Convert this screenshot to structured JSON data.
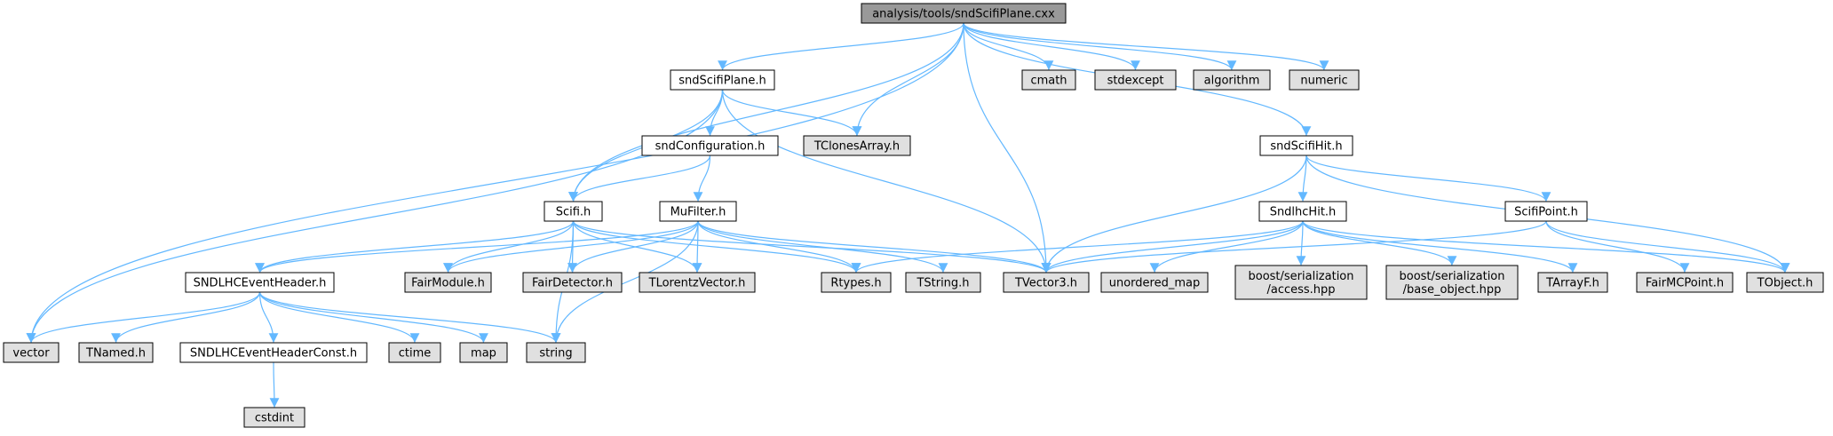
{
  "colors": {
    "root_fill": "#999999",
    "documented_fill": "#ffffff",
    "external_fill": "#e0e0e0",
    "external_stroke": "#999999",
    "edge": "#63b8ff"
  },
  "nodes": [
    {
      "id": "root",
      "label": "analysis/tools/sndScifiPlane.cxx",
      "kind": "root"
    },
    {
      "id": "sndScifiPlane_h",
      "label": "sndScifiPlane.h",
      "kind": "documented"
    },
    {
      "id": "cmath",
      "label": "cmath",
      "kind": "external"
    },
    {
      "id": "stdexcept",
      "label": "stdexcept",
      "kind": "external"
    },
    {
      "id": "algorithm",
      "label": "algorithm",
      "kind": "external"
    },
    {
      "id": "numeric",
      "label": "numeric",
      "kind": "external"
    },
    {
      "id": "sndConfiguration_h",
      "label": "sndConfiguration.h",
      "kind": "documented"
    },
    {
      "id": "TClonesArray_h",
      "label": "TClonesArray.h",
      "kind": "external"
    },
    {
      "id": "sndScifiHit_h",
      "label": "sndScifiHit.h",
      "kind": "documented"
    },
    {
      "id": "Scifi_h",
      "label": "Scifi.h",
      "kind": "documented"
    },
    {
      "id": "MuFilter_h",
      "label": "MuFilter.h",
      "kind": "documented"
    },
    {
      "id": "SndlhcHit_h",
      "label": "SndlhcHit.h",
      "kind": "documented"
    },
    {
      "id": "ScifiPoint_h",
      "label": "ScifiPoint.h",
      "kind": "documented"
    },
    {
      "id": "SNDLHCEventHeader_h",
      "label": "SNDLHCEventHeader.h",
      "kind": "documented"
    },
    {
      "id": "FairModule_h",
      "label": "FairModule.h",
      "kind": "external"
    },
    {
      "id": "FairDetector_h",
      "label": "FairDetector.h",
      "kind": "external"
    },
    {
      "id": "TLorentzVector_h",
      "label": "TLorentzVector.h",
      "kind": "external"
    },
    {
      "id": "Rtypes_h",
      "label": "Rtypes.h",
      "kind": "external"
    },
    {
      "id": "TString_h",
      "label": "TString.h",
      "kind": "external"
    },
    {
      "id": "TVector3_h",
      "label": "TVector3.h",
      "kind": "external"
    },
    {
      "id": "unordered_map",
      "label": "unordered_map",
      "kind": "external"
    },
    {
      "id": "boost_access",
      "label": [
        "boost/serialization",
        "/access.hpp"
      ],
      "kind": "external"
    },
    {
      "id": "boost_base_object",
      "label": [
        "boost/serialization",
        "/base_object.hpp"
      ],
      "kind": "external"
    },
    {
      "id": "TArrayF_h",
      "label": "TArrayF.h",
      "kind": "external"
    },
    {
      "id": "FairMCPoint_h",
      "label": "FairMCPoint.h",
      "kind": "external"
    },
    {
      "id": "TObject_h",
      "label": "TObject.h",
      "kind": "external"
    },
    {
      "id": "vector",
      "label": "vector",
      "kind": "external"
    },
    {
      "id": "TNamed_h",
      "label": "TNamed.h",
      "kind": "external"
    },
    {
      "id": "SNDLHCEventHeaderConst_h",
      "label": "SNDLHCEventHeaderConst.h",
      "kind": "documented"
    },
    {
      "id": "ctime",
      "label": "ctime",
      "kind": "external"
    },
    {
      "id": "map",
      "label": "map",
      "kind": "external"
    },
    {
      "id": "string",
      "label": "string",
      "kind": "external"
    },
    {
      "id": "cstdint",
      "label": "cstdint",
      "kind": "external"
    }
  ],
  "edges": [
    [
      "root",
      "sndScifiPlane_h"
    ],
    [
      "root",
      "cmath"
    ],
    [
      "root",
      "stdexcept"
    ],
    [
      "root",
      "algorithm"
    ],
    [
      "root",
      "numeric"
    ],
    [
      "root",
      "vector"
    ],
    [
      "root",
      "Scifi_h"
    ],
    [
      "root",
      "TClonesArray_h"
    ],
    [
      "root",
      "TVector3_h"
    ],
    [
      "root",
      "sndScifiHit_h"
    ],
    [
      "sndScifiPlane_h",
      "sndConfiguration_h"
    ],
    [
      "sndScifiPlane_h",
      "TClonesArray_h"
    ],
    [
      "sndScifiPlane_h",
      "Scifi_h"
    ],
    [
      "sndScifiPlane_h",
      "vector"
    ],
    [
      "sndScifiPlane_h",
      "TVector3_h"
    ],
    [
      "sndConfiguration_h",
      "Scifi_h"
    ],
    [
      "sndConfiguration_h",
      "MuFilter_h"
    ],
    [
      "Scifi_h",
      "SNDLHCEventHeader_h"
    ],
    [
      "Scifi_h",
      "FairModule_h"
    ],
    [
      "Scifi_h",
      "FairDetector_h"
    ],
    [
      "Scifi_h",
      "TLorentzVector_h"
    ],
    [
      "Scifi_h",
      "Rtypes_h"
    ],
    [
      "Scifi_h",
      "TVector3_h"
    ],
    [
      "Scifi_h",
      "string"
    ],
    [
      "MuFilter_h",
      "SNDLHCEventHeader_h"
    ],
    [
      "MuFilter_h",
      "FairModule_h"
    ],
    [
      "MuFilter_h",
      "FairDetector_h"
    ],
    [
      "MuFilter_h",
      "TLorentzVector_h"
    ],
    [
      "MuFilter_h",
      "Rtypes_h"
    ],
    [
      "MuFilter_h",
      "TString_h"
    ],
    [
      "MuFilter_h",
      "TVector3_h"
    ],
    [
      "MuFilter_h",
      "string"
    ],
    [
      "sndScifiHit_h",
      "SndlhcHit_h"
    ],
    [
      "sndScifiHit_h",
      "ScifiPoint_h"
    ],
    [
      "sndScifiHit_h",
      "TVector3_h"
    ],
    [
      "sndScifiHit_h",
      "TObject_h"
    ],
    [
      "SndlhcHit_h",
      "Rtypes_h"
    ],
    [
      "SndlhcHit_h",
      "TVector3_h"
    ],
    [
      "SndlhcHit_h",
      "unordered_map"
    ],
    [
      "SndlhcHit_h",
      "boost_access"
    ],
    [
      "SndlhcHit_h",
      "boost_base_object"
    ],
    [
      "SndlhcHit_h",
      "TArrayF_h"
    ],
    [
      "SndlhcHit_h",
      "TObject_h"
    ],
    [
      "ScifiPoint_h",
      "TVector3_h"
    ],
    [
      "ScifiPoint_h",
      "FairMCPoint_h"
    ],
    [
      "ScifiPoint_h",
      "TObject_h"
    ],
    [
      "SNDLHCEventHeader_h",
      "vector"
    ],
    [
      "SNDLHCEventHeader_h",
      "TNamed_h"
    ],
    [
      "SNDLHCEventHeader_h",
      "SNDLHCEventHeaderConst_h"
    ],
    [
      "SNDLHCEventHeader_h",
      "ctime"
    ],
    [
      "SNDLHCEventHeader_h",
      "map"
    ],
    [
      "SNDLHCEventHeader_h",
      "string"
    ],
    [
      "SNDLHCEventHeaderConst_h",
      "cstdint"
    ]
  ]
}
